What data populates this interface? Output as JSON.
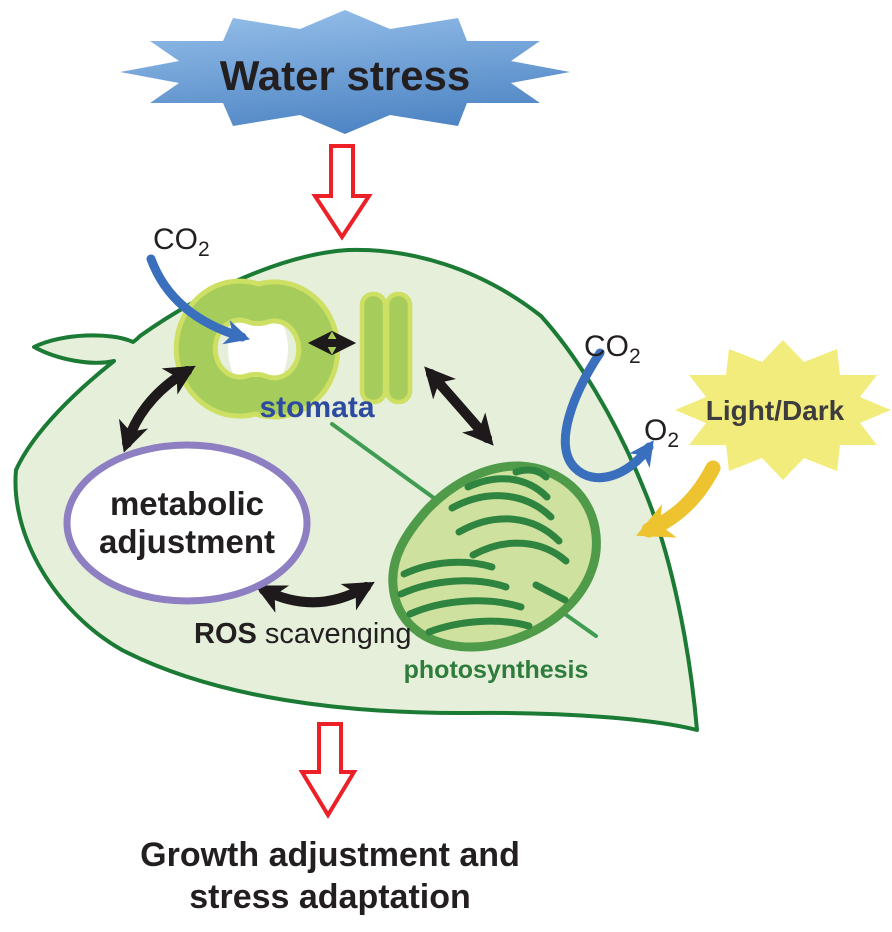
{
  "title": {
    "water_stress": "Water stress"
  },
  "labels": {
    "co2_left": {
      "main": "CO",
      "sub": "2"
    },
    "co2_right": {
      "main": "CO",
      "sub": "2"
    },
    "o2": {
      "main": "O",
      "sub": "2"
    },
    "light_dark": "Light/Dark",
    "stomata": "stomata",
    "metabolic_line1": "metabolic",
    "metabolic_line2": "adjustment",
    "ros_bold": "ROS",
    "ros_rest": "scavenging",
    "photosynthesis": "photosynthesis"
  },
  "outcome": {
    "line1": "Growth adjustment and",
    "line2": "stress adaptation"
  },
  "colors": {
    "water_stress_fill_top": "#93bde8",
    "water_stress_fill_bottom": "#4c83c3",
    "light_dark_fill": "#f2ec7c",
    "leaf_fill": "#e5efda",
    "leaf_outline": "#1b7a34",
    "vein": "#3f9c52",
    "stoma_fill": "#a6cd5b",
    "stoma_outline": "#cde063",
    "stoma_pore": "#ffffff",
    "chloroplast_fill": "#cfe19e",
    "chloroplast_outline": "#4f9b49",
    "thylakoid": "#2f8540",
    "ellipse_fill": "#ffffff",
    "ellipse_outline": "#8d7fc2",
    "arrow_black": "#1e1a1b",
    "arrow_red": "#ec2027",
    "arrow_red_fill": "#ffffff",
    "arrow_blue": "#3a6fbd",
    "arrow_yellow": "#edc32f",
    "text_dark": "#231f20",
    "light_dark_text": "#3d3d3d",
    "stomata_text": "#2b4aa0",
    "photosynthesis_text": "#2e7d3c"
  }
}
